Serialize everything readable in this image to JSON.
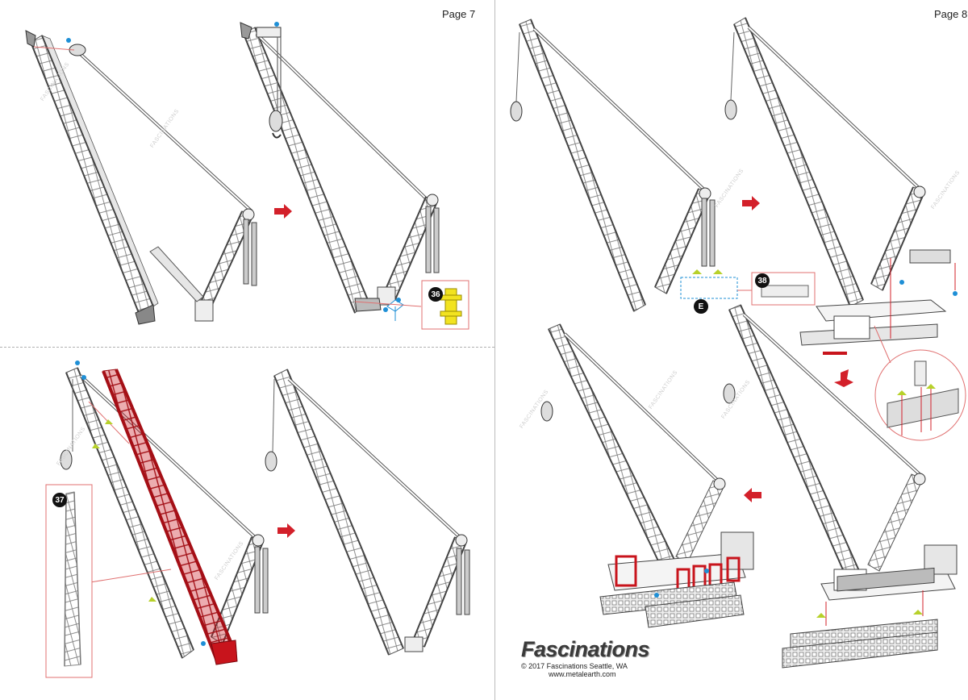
{
  "pages": {
    "left": {
      "label": "Page 7"
    },
    "right": {
      "label": "Page 8"
    }
  },
  "steps": {
    "s36": "36",
    "s37": "37",
    "s38": "38",
    "sE": "E"
  },
  "brand": {
    "name": "Fascinations",
    "copyright": "© 2017 Fascinations Seattle, WA",
    "url": "www.metalearth.com"
  },
  "watermark": "FASCINATIONS",
  "colors": {
    "accent_red": "#d3202a",
    "highlight_part": "#c8141c",
    "yellow_part": "#f2e320",
    "marker_blue": "#1e8fd6",
    "marker_green": "#b7d12a"
  }
}
